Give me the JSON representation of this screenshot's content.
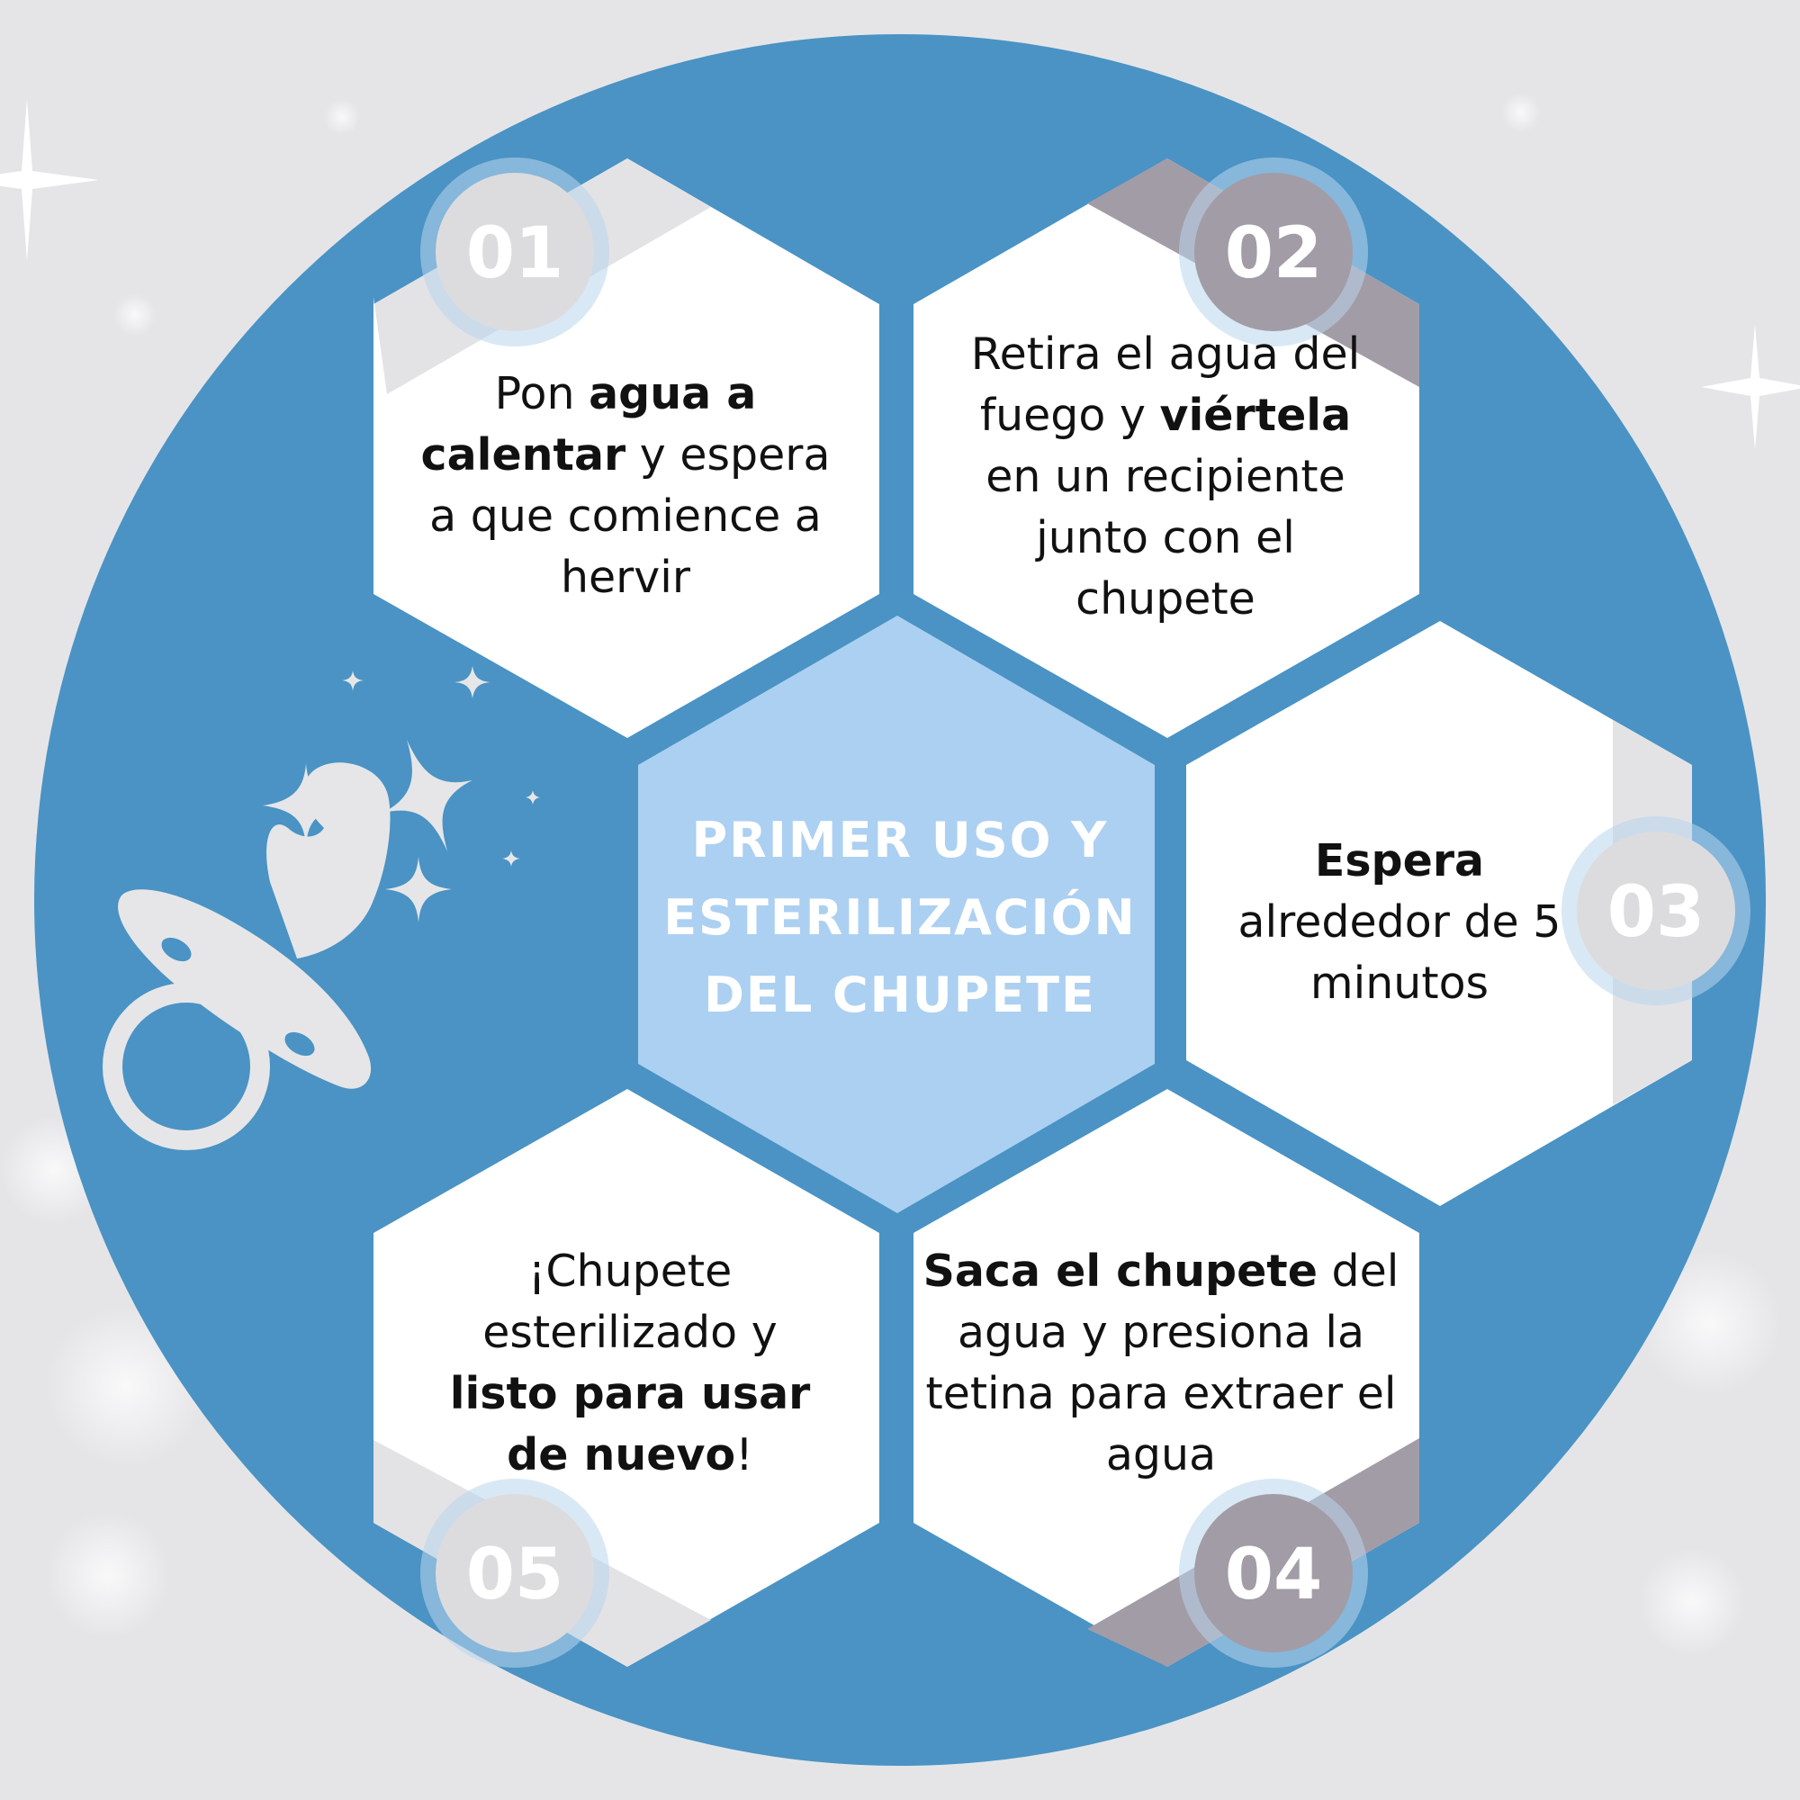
{
  "colors": {
    "background": "#e5e5e8",
    "circle": "#4a93c4",
    "center_hex": "#acd0f1",
    "hex": "#ffffff",
    "badge_light": "#dcdcdf",
    "badge_dark": "#a29ca7",
    "icon": "#e6e6e8",
    "text": "#111111"
  },
  "title": {
    "line1": "PRIMER USO Y",
    "line2": "ESTERILIZACIÓN",
    "line3": "DEL CHUPETE"
  },
  "steps": [
    {
      "number": "01",
      "parts": [
        "Pon ",
        "agua a calentar",
        " y espera a que comience a hervir"
      ]
    },
    {
      "number": "02",
      "parts": [
        "Retira el agua del fuego y ",
        "viértela",
        " en un recipiente junto con el chupete"
      ]
    },
    {
      "number": "03",
      "parts": [
        "",
        "Espera",
        " alrededor de 5 minutos"
      ]
    },
    {
      "number": "04",
      "parts": [
        "",
        "Saca el chupete",
        " del agua y presiona la tetina para extraer el agua"
      ]
    },
    {
      "number": "05",
      "parts": [
        "¡Chupete esterilizado y ",
        "listo para usar de nuevo",
        "!"
      ]
    }
  ],
  "icons": {
    "pacifier": "pacifier-icon",
    "sparkles": "sparkle-icon"
  }
}
